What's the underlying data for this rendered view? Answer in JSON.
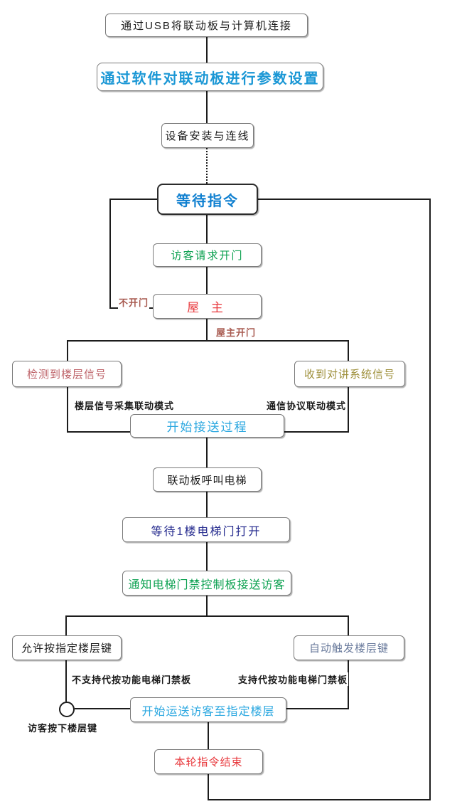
{
  "colors": {
    "box_border": "#7a7a7a",
    "line": "#1c1c1c",
    "blue_config": "#1a97d5",
    "blue_wait": "#1080d0",
    "green": "#0aa04f",
    "red": "#e8393d",
    "rose": "#bd6167",
    "olive": "#9e8f3a",
    "light_blue": "#2aa7e0",
    "navy": "#242a8e",
    "slate_blue": "#68799b",
    "edge_label_brown": "#a85a50",
    "text_black": "#1a1a1a"
  },
  "nodes": {
    "usb_connect": {
      "label": "通过USB将联动板与计算机连接"
    },
    "software_config": {
      "label": "通过软件对联动板进行参数设置"
    },
    "install_wiring": {
      "label": "设备安装与连线"
    },
    "wait_command": {
      "label": "等待指令"
    },
    "visitor_request": {
      "label": "访客请求开门"
    },
    "owner": {
      "label": "屋 主"
    },
    "floor_signal": {
      "label": "检测到楼层信号"
    },
    "intercom_signal": {
      "label": "收到对讲系统信号"
    },
    "start_pickup": {
      "label": "开始接送过程"
    },
    "call_elevator": {
      "label": "联动板呼叫电梯"
    },
    "wait_door_open": {
      "label": "等待1楼电梯门打开"
    },
    "notify_access_board": {
      "label": "通知电梯门禁控制板接送访客"
    },
    "allow_press_floor": {
      "label": "允许按指定楼层键"
    },
    "auto_trigger_floor": {
      "label": "自动触发楼层键"
    },
    "transport_visitor": {
      "label": "开始运送访客至指定楼层"
    },
    "end_command": {
      "label": "本轮指令结束"
    }
  },
  "edge_labels": {
    "no_open": "不开门",
    "owner_open": "屋主开门",
    "floor_signal_mode": "楼层信号采集联动模式",
    "protocol_mode": "通信协议联动模式",
    "no_proxy_press": "不支持代按功能电梯门禁板",
    "proxy_press": "支持代按功能电梯门禁板",
    "visitor_press_floor": "访客按下楼层键"
  }
}
